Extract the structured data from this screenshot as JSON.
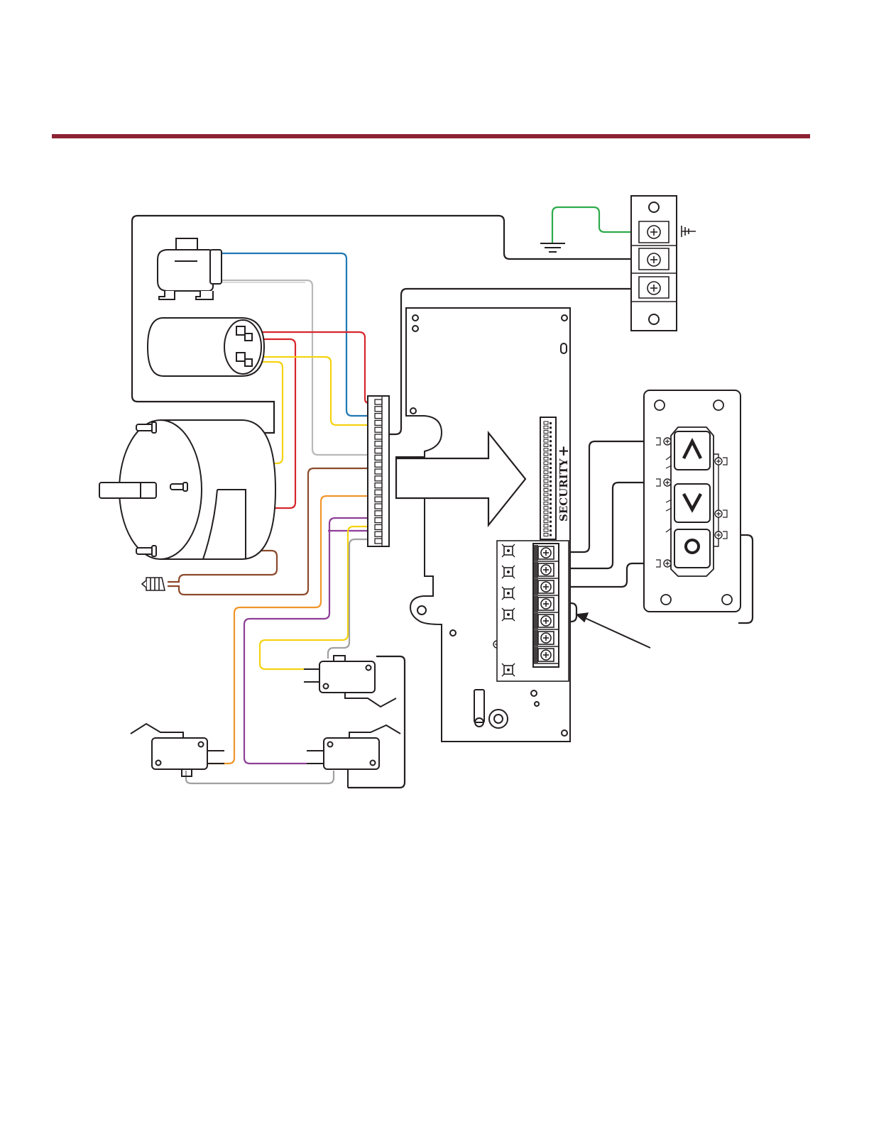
{
  "page": {
    "header_rule_color": "#8c2232"
  },
  "board": {
    "brand_label": "SECURITY",
    "brand_mark": "+"
  },
  "control_station": {
    "up_label": "^",
    "down_label": "v",
    "stop_label": "O"
  },
  "wire_colors": {
    "black": "#231f20",
    "green": "#2eaa4a",
    "blue": "#1f78b4",
    "white": "#b9b9b9",
    "red": "#d7262b",
    "yellow": "#f5d312",
    "brown": "#8b4a2b",
    "orange": "#f0962a",
    "purple": "#8e3f97",
    "gray": "#a0a0a0"
  },
  "icons": [
    "ground-symbol-icon",
    "chassis-ground-icon",
    "up-arrow-icon",
    "down-arrow-icon",
    "stop-icon",
    "screw-terminal-icon",
    "callout-arrow-icon"
  ]
}
